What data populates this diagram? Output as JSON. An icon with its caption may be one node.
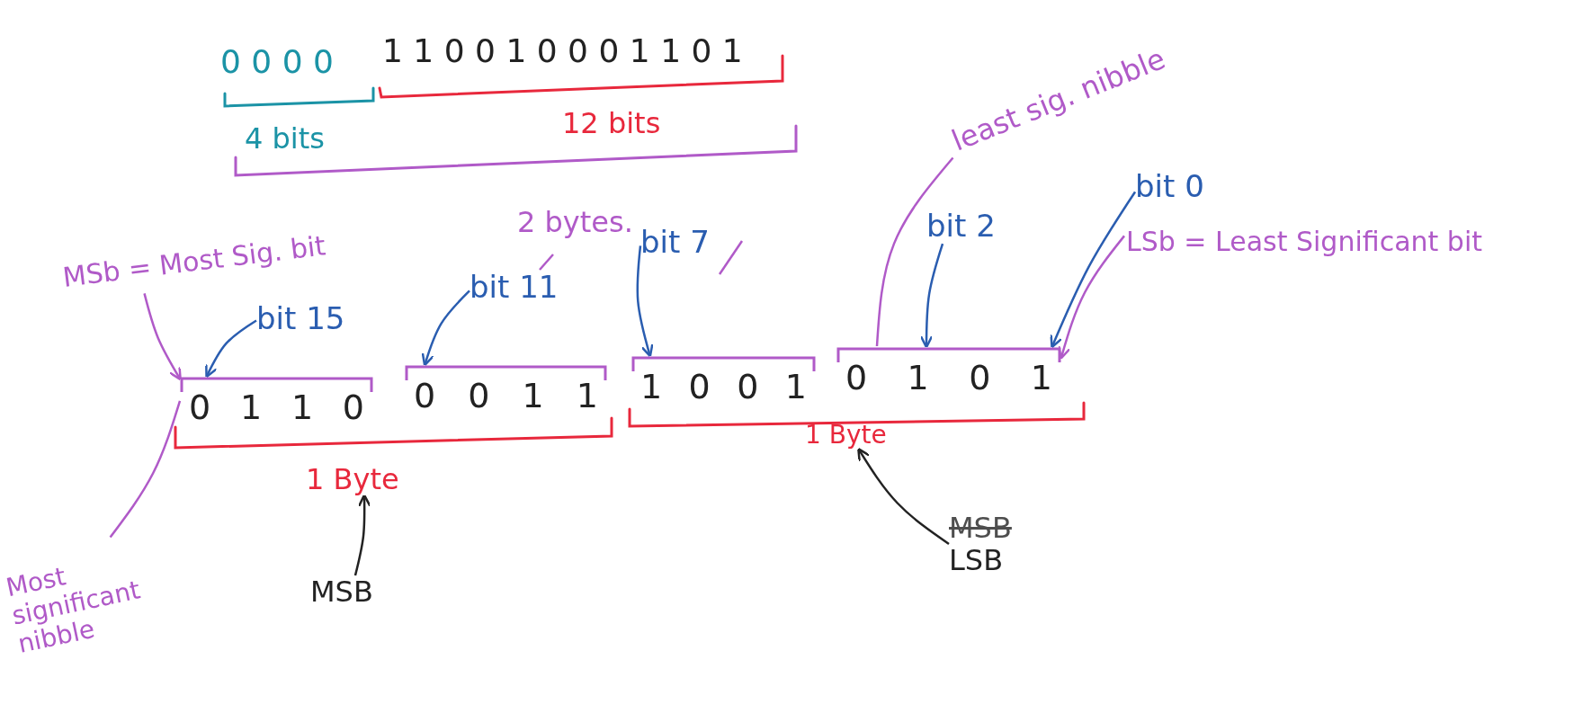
{
  "diagram": {
    "nodes": [
      {
        "text": [
          "MSb = Most Sig. bit"
        ]
      },
      {
        "text": [
          "bit 15"
        ]
      },
      {
        "text": [
          "bit 11"
        ]
      },
      {
        "text": [
          "bit 7"
        ]
      },
      {
        "text": [
          "least sig. nibble"
        ]
      },
      {
        "text": [
          "bit 2"
        ]
      },
      {
        "text": [
          "bit 0"
        ]
      },
      {
        "text": [
          "LSb = Least Significant bit"
        ]
      },
      {
        "text": [
          "0 1 1 0"
        ]
      },
      {
        "text": [
          "0 0 1 1"
        ]
      },
      {
        "text": [
          "1 0 0 1"
        ]
      },
      {
        "text": [
          "0 1 0 1"
        ]
      },
      {
        "text": [
          "1 Byte"
        ]
      },
      {
        "text": [
          "1 Byte"
        ]
      },
      {
        "text": [
          "Most significant nibble"
        ]
      },
      {
        "text": [
          "MSB"
        ]
      },
      {
        "text": [
          "LSB"
        ]
      }
    ],
    "edges": [
      {
        "from": 0,
        "to": 8,
        "arrow": "to",
        "color": "#b05ac8"
      },
      {
        "from": 1,
        "to": 8,
        "arrow": "to"
      },
      {
        "from": 2,
        "to": 9,
        "arrow": "to"
      },
      {
        "from": 3,
        "to": 10,
        "arrow": "to"
      },
      {
        "from": 4,
        "to": 11,
        "arrow": "none",
        "color": "#b05ac8"
      },
      {
        "from": 5,
        "to": 11,
        "arrow": "to"
      },
      {
        "from": 6,
        "to": 11,
        "arrow": "to"
      },
      {
        "from": 7,
        "to": 11,
        "arrow": "to",
        "color": "#b05ac8"
      },
      {
        "from": 14,
        "to": 8,
        "arrow": "none",
        "color": "#b05ac8"
      },
      {
        "from": 15,
        "to": 12,
        "arrow": "to",
        "color": "#222222"
      },
      {
        "from": 16,
        "to": 13,
        "arrow": "to",
        "color": "#222222"
      }
    ],
    "labels": [
      "0 0 0 0",
      "1 1 0 0 1 0 0 0 1 1 0 1",
      "4 bits",
      "12 bits",
      "2 bytes.",
      "MSB"
    ]
  }
}
